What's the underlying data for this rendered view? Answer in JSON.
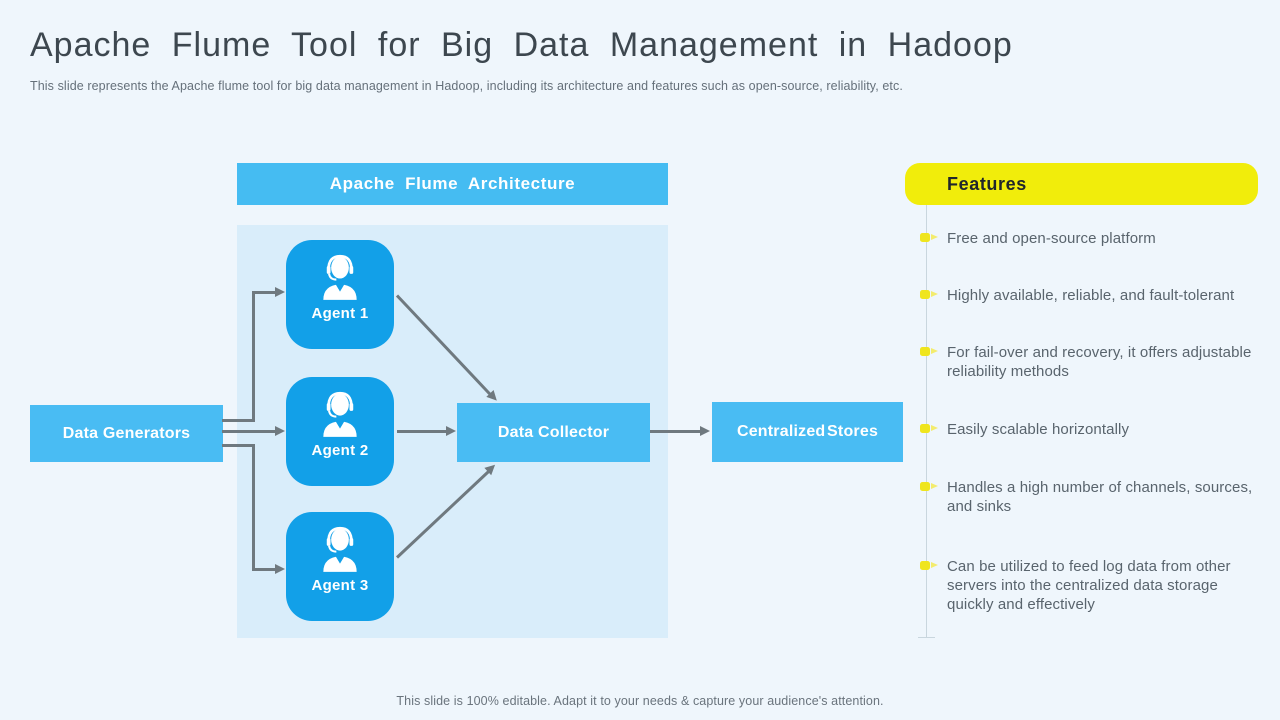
{
  "header": {
    "title": "Apache Flume Tool for Big Data Management in Hadoop",
    "subtitle": "This slide represents the Apache flume tool for  big data management in Hadoop, including its architecture and features such as open-source, reliability, etc."
  },
  "diagram": {
    "banner": "Apache Flume Architecture",
    "nodes": {
      "generators": "Data Generators",
      "collector": "Data Collector",
      "stores": "Centralized Stores"
    },
    "agents": [
      {
        "label": "Agent 1"
      },
      {
        "label": "Agent 2"
      },
      {
        "label": "Agent 3"
      }
    ]
  },
  "features": {
    "heading": "Features",
    "items": [
      "Free and open-source platform",
      "Highly available, reliable, and fault-tolerant",
      "For fail-over and recovery, it offers adjustable reliability methods",
      "Easily scalable horizontally",
      "Handles a high number of channels, sources, and sinks",
      "Can be utilized to feed log data from other servers into the centralized data storage quickly and effectively"
    ]
  },
  "footer": {
    "note": "This slide is 100% editable. Adapt it to your needs & capture your audience's attention."
  },
  "colors": {
    "background": "#eff6fc",
    "panel_blue": "#d9edfa",
    "node_blue": "#49bcf3",
    "agent_blue": "#12a0e8",
    "accent_yellow": "#f1ed0b",
    "arrow_gray": "#6f797f"
  }
}
